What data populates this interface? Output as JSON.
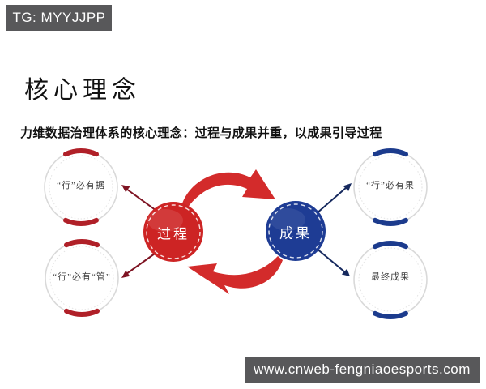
{
  "header": {
    "badge": "TG: MYYJJPP"
  },
  "title": "核心理念",
  "subtitle": "力维数据治理体系的核心理念：过程与成果并重，以成果引导过程",
  "diagram": {
    "process": {
      "label": "过程",
      "color": "#cd2424"
    },
    "result": {
      "label": "成果",
      "color": "#1e3c94"
    },
    "cycle_arrow_color": "#d32b2b",
    "left_arrow_color": "#7e1322",
    "right_arrow_color": "#16295e",
    "satellites": [
      {
        "id": "top-left",
        "label": "“行”必有据",
        "accent": "#b02028"
      },
      {
        "id": "bottom-left",
        "label": "“行”必有“管”",
        "accent": "#b02028"
      },
      {
        "id": "top-right",
        "label": "“行”必有果",
        "accent": "#1c3b8d"
      },
      {
        "id": "bottom-right",
        "label": "最终成果",
        "accent": "#1c3b8d"
      }
    ]
  },
  "footer": {
    "url": "www.cnweb-fengniaoesports.com"
  },
  "colors": {
    "bar_bg": "#58585a",
    "bar_text": "#ffffff",
    "page_bg": "#ffffff",
    "ring_gray": "#d9d9d9"
  }
}
